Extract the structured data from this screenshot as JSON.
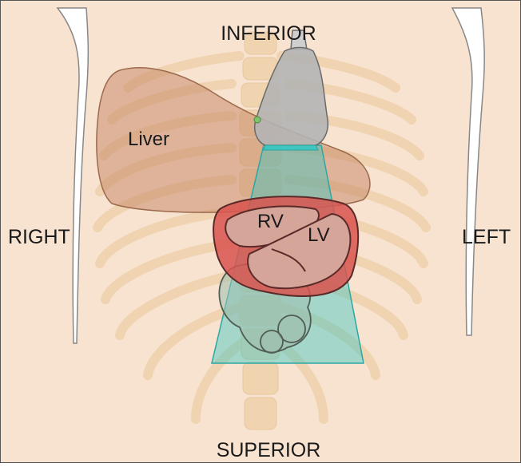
{
  "labels": {
    "top": "INFERIOR",
    "bottom": "SUPERIOR",
    "left": "RIGHT",
    "right": "LEFT",
    "liver": "Liver",
    "right_ventricle": "RV",
    "left_ventricle": "LV"
  },
  "colors": {
    "skin": "#f8e3d1",
    "bone": "#f1d3ad",
    "liver": "#c98d6b",
    "ultrasound_beam": "#3fc6c0",
    "heart_wall": "#d9534f",
    "heart_chamber": "#d6a59a",
    "probe": "#a9a9a9"
  }
}
